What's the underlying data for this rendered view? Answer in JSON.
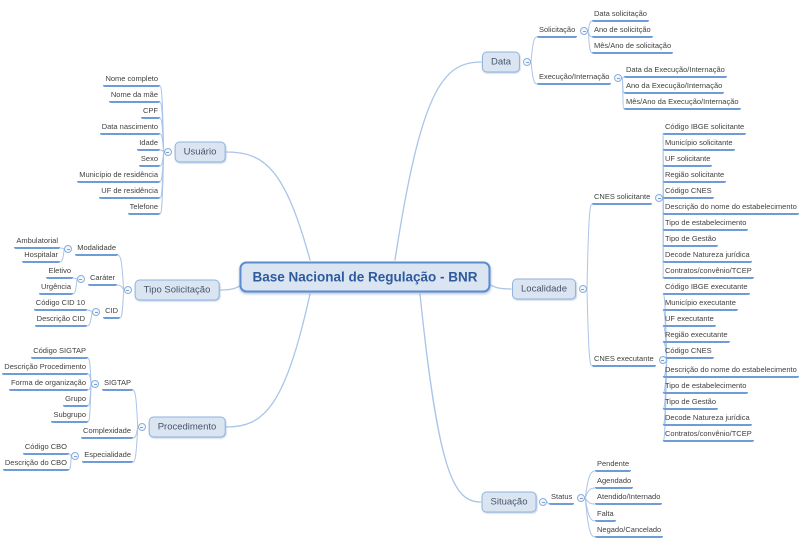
{
  "diagram": {
    "colors": {
      "node_fill": "#dbe5f2",
      "node_border": "#8fb3e0",
      "center_border": "#5c8bd0",
      "center_text": "#2e5b9e",
      "topic_text": "#44546a",
      "sub_text": "#3f3f3f",
      "connector": "#aac5e8",
      "underline": "#6f9cd6"
    },
    "icons": {
      "collapse": "minus-in-circle"
    },
    "root": {
      "label": "Base Nacional de Regulação - BNR",
      "children": [
        {
          "label": "Data",
          "children": [
            {
              "label": "Solicitação",
              "children": [
                {
                  "label": "Data solicitação"
                },
                {
                  "label": "Ano de solicitção"
                },
                {
                  "label": "Mês/Ano de solicitação"
                }
              ]
            },
            {
              "label": "Execução/Internação",
              "children": [
                {
                  "label": "Data da Execução/Internação"
                },
                {
                  "label": "Ano da Execução/Internação"
                },
                {
                  "label": "Mês/Ano da Execução/Internação"
                }
              ]
            }
          ]
        },
        {
          "label": "Localidade",
          "children": [
            {
              "label": "CNES solicitante",
              "children": [
                {
                  "label": "Código IBGE solicitante"
                },
                {
                  "label": "Município solicitante"
                },
                {
                  "label": "UF solicitante"
                },
                {
                  "label": "Região solicitante"
                },
                {
                  "label": "Código CNES"
                },
                {
                  "label": "Descrição do nome do estabelecimento"
                },
                {
                  "label": "Tipo de estabelecimento"
                },
                {
                  "label": "Tipo de Gestão"
                },
                {
                  "label": "Decode Natureza jurídica"
                },
                {
                  "label": "Contratos/convênio/TCEP"
                }
              ]
            },
            {
              "label": "CNES executante",
              "children": [
                {
                  "label": "Código IBGE executante"
                },
                {
                  "label": "Município executante"
                },
                {
                  "label": "UF executante"
                },
                {
                  "label": "Região executante"
                },
                {
                  "label": "Código CNES"
                },
                {
                  "label": "Descrição do nome do estabelecimento"
                },
                {
                  "label": "Tipo de estabelecimento"
                },
                {
                  "label": "Tipo de Gestão"
                },
                {
                  "label": "Decode Natureza jurídica"
                },
                {
                  "label": "Contratos/convênio/TCEP"
                }
              ]
            }
          ]
        },
        {
          "label": "Situação",
          "children": [
            {
              "label": "Status",
              "children": [
                {
                  "label": "Pendente"
                },
                {
                  "label": "Agendado"
                },
                {
                  "label": "Atendido/Internado"
                },
                {
                  "label": "Falta"
                },
                {
                  "label": "Negado/Cancelado"
                }
              ]
            }
          ]
        },
        {
          "label": "Usuário",
          "children": [
            {
              "label": "Nome completo"
            },
            {
              "label": "Nome da mãe"
            },
            {
              "label": "CPF"
            },
            {
              "label": "Data nascimento"
            },
            {
              "label": "Idade"
            },
            {
              "label": "Sexo"
            },
            {
              "label": "Município de residência"
            },
            {
              "label": "UF de residência"
            },
            {
              "label": "Telefone"
            }
          ]
        },
        {
          "label": "Tipo Solicitação",
          "children": [
            {
              "label": "Modalidade",
              "children": [
                {
                  "label": "Ambulatorial"
                },
                {
                  "label": "Hospitalar"
                }
              ]
            },
            {
              "label": "Caráter",
              "children": [
                {
                  "label": "Eletivo"
                },
                {
                  "label": "Urgência"
                }
              ]
            },
            {
              "label": "CID",
              "children": [
                {
                  "label": "Código CID 10"
                },
                {
                  "label": "Descrição CID"
                }
              ]
            }
          ]
        },
        {
          "label": "Procedimento",
          "children": [
            {
              "label": "SIGTAP",
              "children": [
                {
                  "label": "Código SIGTAP"
                },
                {
                  "label": "Descrição Procedimento"
                },
                {
                  "label": "Forma de organização"
                },
                {
                  "label": "Grupo"
                },
                {
                  "label": "Subgrupo"
                }
              ]
            },
            {
              "label": "Complexidade"
            },
            {
              "label": "Especialidade",
              "children": [
                {
                  "label": "Código CBO"
                },
                {
                  "label": "Descrição do CBO"
                }
              ]
            }
          ]
        }
      ]
    }
  }
}
